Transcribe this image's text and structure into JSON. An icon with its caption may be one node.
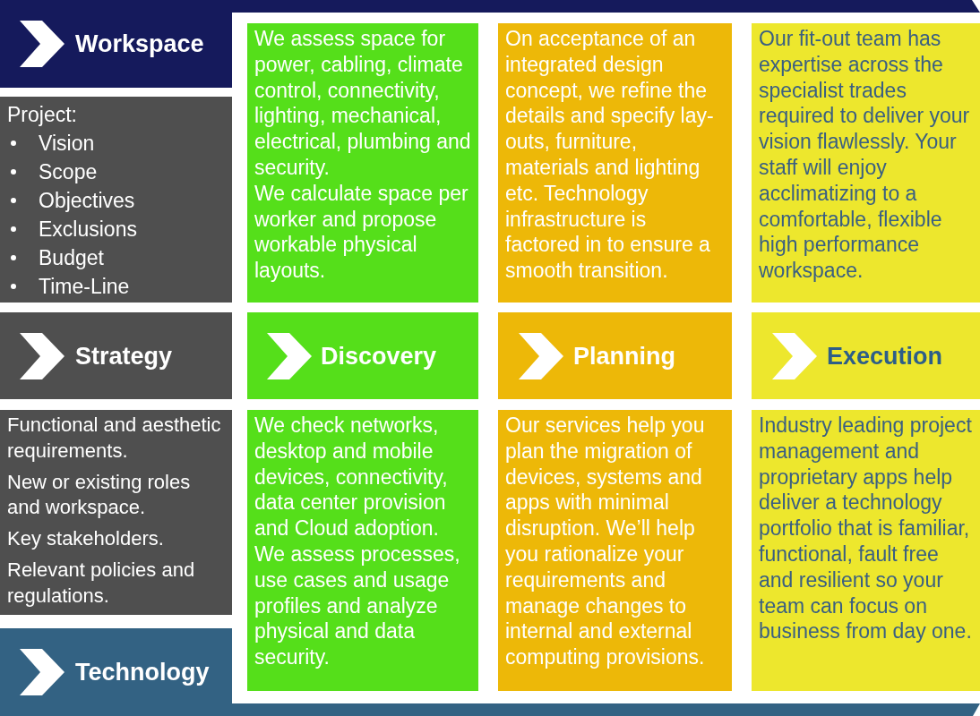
{
  "diagram": {
    "nodes": [
      {
        "text": [
          "Workspace"
        ]
      },
      {
        "text": [],
        "shape": "bar"
      },
      {
        "text": [
          "Project:",
          "Vision",
          "Scope",
          "Objectives",
          "Exclusions",
          "Budget",
          "Time-Line"
        ]
      },
      {
        "text": [
          "We assess space for power, cabling, climate control, connectivity, lighting, mechanical, electrical, plumbing and security.",
          "We calculate space per worker and propose workable physical layouts."
        ]
      },
      {
        "text": [
          "On acceptance of an integrated design concept, we refine the details and specify lay-outs, furniture, materials and lighting etc. Technology infrastructure is factored in to ensure a smooth transition."
        ]
      },
      {
        "text": [
          "Our fit-out team has expertise across the specialist trades required to deliver your vision flawlessly. Your staff will enjoy acclimatizing to a comfortable, flexible high performance workspace."
        ]
      },
      {
        "text": [
          "Strategy"
        ]
      },
      {
        "text": [
          "Discovery"
        ]
      },
      {
        "text": [
          "Planning"
        ]
      },
      {
        "text": [
          "Execution"
        ]
      },
      {
        "text": [
          "Functional and aesthetic requirements.",
          "New or existing roles and workspace.",
          "Key stakeholders.",
          "Relevant policies and regulations."
        ]
      },
      {
        "text": [
          "We check networks, desktop and mobile devices, connectivity, data center provision and Cloud adoption. We assess processes, use cases and usage profiles and analyze physical and data security."
        ]
      },
      {
        "text": [
          "Our services help you plan the migration of devices, systems and apps with minimal disruption. We’ll help you rationalize your requirements and manage changes to internal and external computing provisions."
        ]
      },
      {
        "text": [
          "Industry leading project management and proprietary apps help deliver a technology portfolio that is familiar, functional, fault free and resilient so your team can focus on business from day one."
        ]
      },
      {
        "text": [
          "Technology"
        ]
      },
      {
        "text": [],
        "shape": "bar"
      }
    ]
  }
}
